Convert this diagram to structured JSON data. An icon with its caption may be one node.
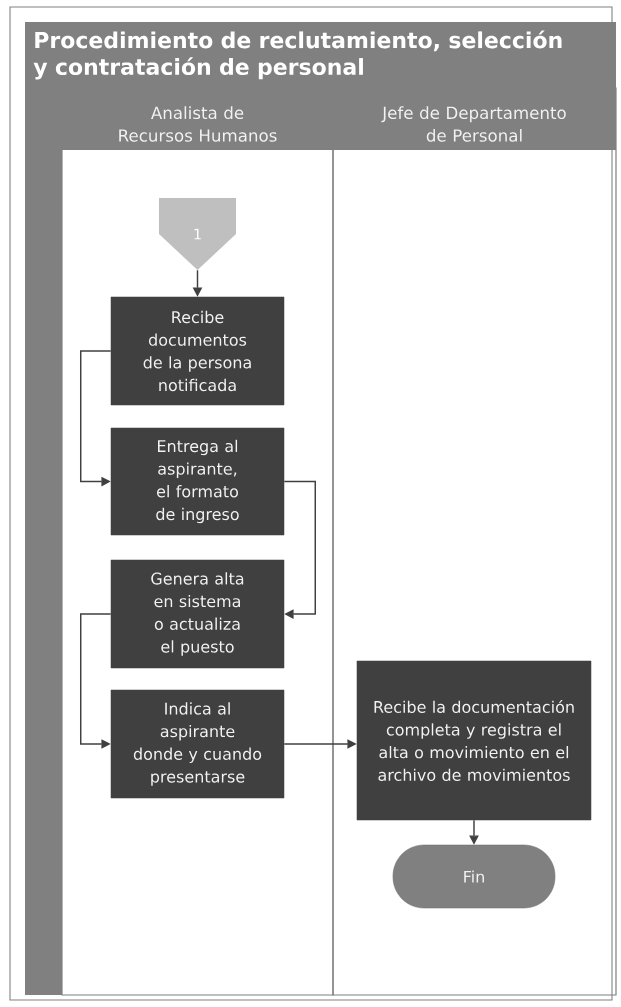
{
  "diagram": {
    "title": "Procedimiento de reclutamiento, selección y contratación de personal",
    "nodes": [
      {
        "text": [
          "Analista de Recursos Humanos"
        ]
      },
      {
        "text": [
          "Jefe de Departamento de Personal"
        ]
      },
      {
        "text": [
          "1"
        ],
        "in": 0
      },
      {
        "text": [
          "Recibe documentos de la persona notificada"
        ],
        "in": 0
      },
      {
        "text": [
          "Entrega al aspirante,  el formato de ingreso"
        ],
        "in": 0
      },
      {
        "text": [
          "Genera alta en sistema o actualiza el puesto"
        ],
        "in": 0
      },
      {
        "text": [
          "Indica al aspirante donde y cuando presentarse"
        ],
        "in": 0
      },
      {
        "text": [
          "Recibe la documentación completa y registra el alta o movimiento en el archivo de movimientos"
        ],
        "in": 1
      },
      {
        "text": [
          "Fin"
        ],
        "in": 1
      }
    ],
    "edges": [
      {
        "from": 2,
        "to": 3,
        "arrow": "to"
      },
      {
        "from": 3,
        "to": 4,
        "arrow": "to"
      },
      {
        "from": 4,
        "to": 5,
        "arrow": "to"
      },
      {
        "from": 5,
        "to": 6,
        "arrow": "to"
      },
      {
        "from": 6,
        "to": 7,
        "arrow": "to"
      },
      {
        "from": 7,
        "to": 8,
        "arrow": "to"
      }
    ]
  }
}
